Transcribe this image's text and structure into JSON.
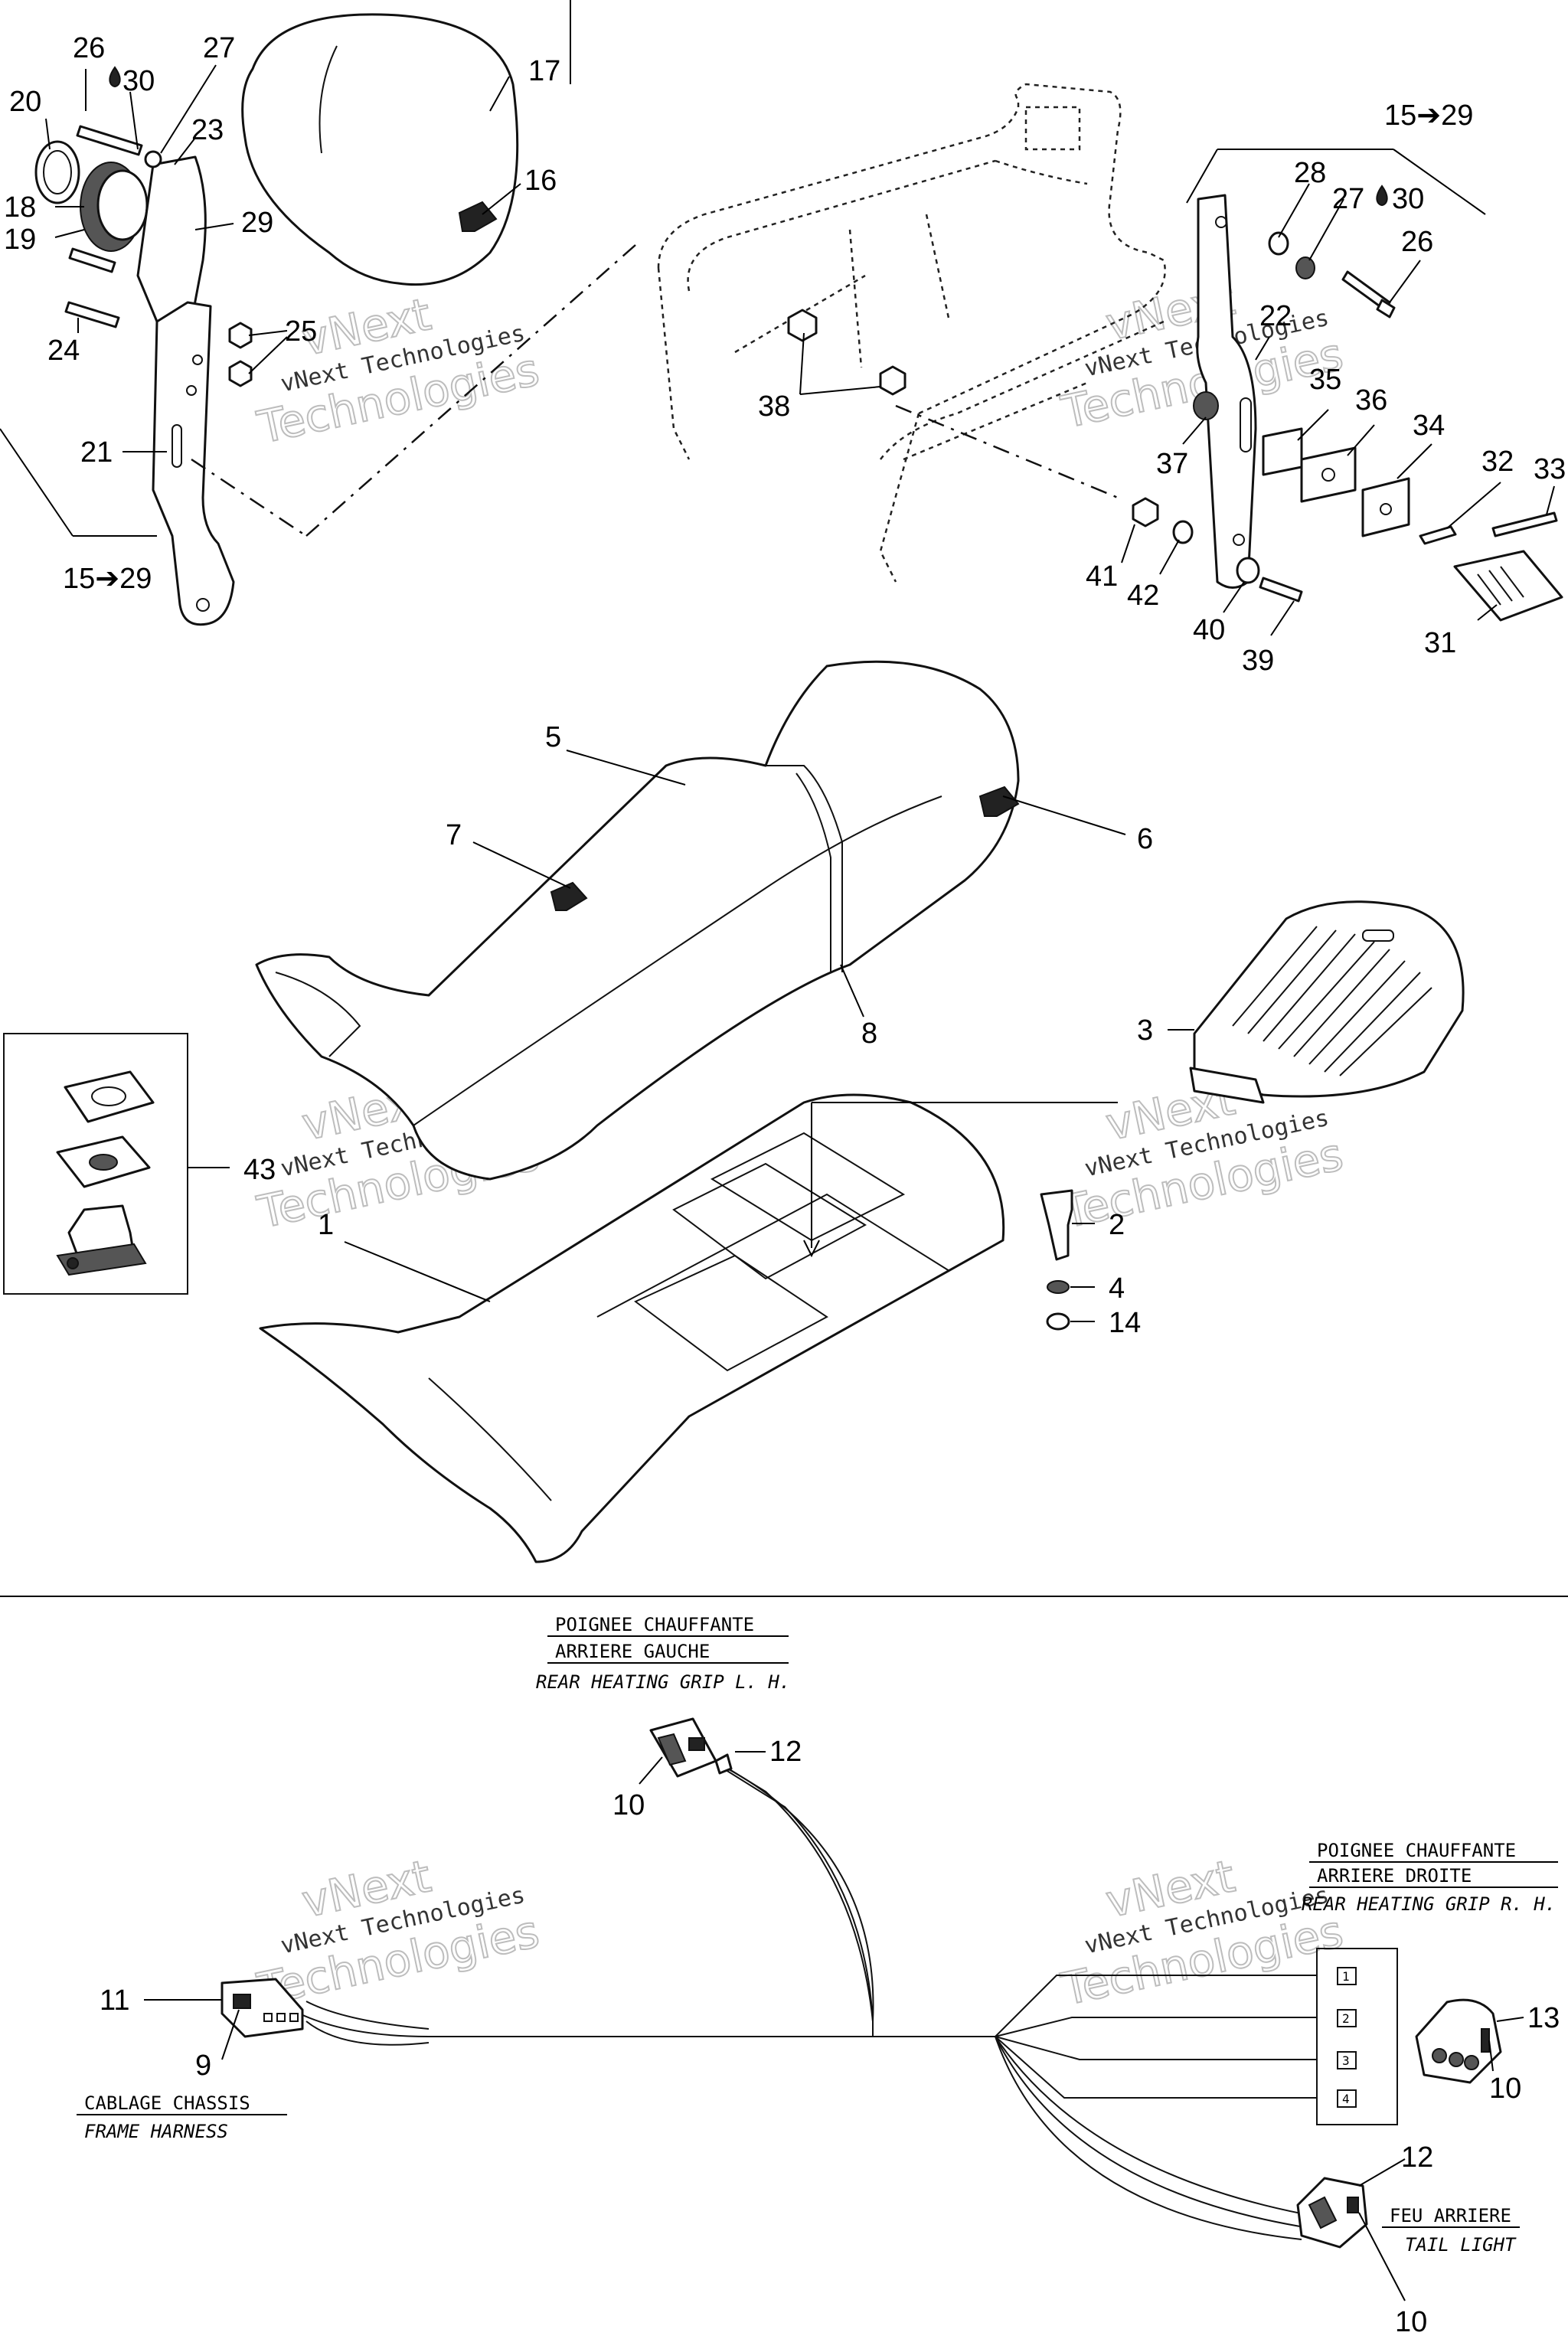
{
  "callouts": {
    "c26a": "26",
    "c30a": "30",
    "c27a": "27",
    "c20": "20",
    "c23": "23",
    "c17": "17",
    "c18": "18",
    "c19": "19",
    "c29a": "29",
    "c16": "16",
    "c24": "24",
    "c25": "25",
    "c21": "21",
    "c1529a": "15➔29",
    "c38": "38",
    "c1529b": "15➔29",
    "c28": "28",
    "c27b": "27",
    "c30b": "30",
    "c26b": "26",
    "c22": "22",
    "c35": "35",
    "c36": "36",
    "c34": "34",
    "c32": "32",
    "c33": "33",
    "c37": "37",
    "c41": "41",
    "c42": "42",
    "c40": "40",
    "c39": "39",
    "c31": "31",
    "c5": "5",
    "c7": "7",
    "c6": "6",
    "c8": "8",
    "c3": "3",
    "c43": "43",
    "c1": "1",
    "c2": "2",
    "c4": "4",
    "c14": "14",
    "c12a": "12",
    "c10a": "10",
    "c11": "11",
    "c9": "9",
    "c13": "13",
    "c10b": "10",
    "c12b": "12",
    "c10c": "10"
  },
  "watermark": {
    "brand": "vNext Technologies",
    "outline_top": "vNext",
    "outline_bottom": "Technologies"
  },
  "wiring": {
    "left_grip_fr_1": "POIGNEE CHAUFFANTE",
    "left_grip_fr_2": "ARRIERE GAUCHE",
    "left_grip_en": "REAR HEATING GRIP L. H.",
    "right_grip_fr_1": "POIGNEE CHAUFFANTE",
    "right_grip_fr_2": "ARRIERE DROITE",
    "right_grip_en": "REAR HEATING GRIP R. H.",
    "frame_fr": "CABLAGE CHASSIS",
    "frame_en": "FRAME HARNESS",
    "tail_fr": "FEU ARRIERE",
    "tail_en": "TAIL LIGHT",
    "pins": [
      "1",
      "2",
      "3",
      "4"
    ]
  }
}
